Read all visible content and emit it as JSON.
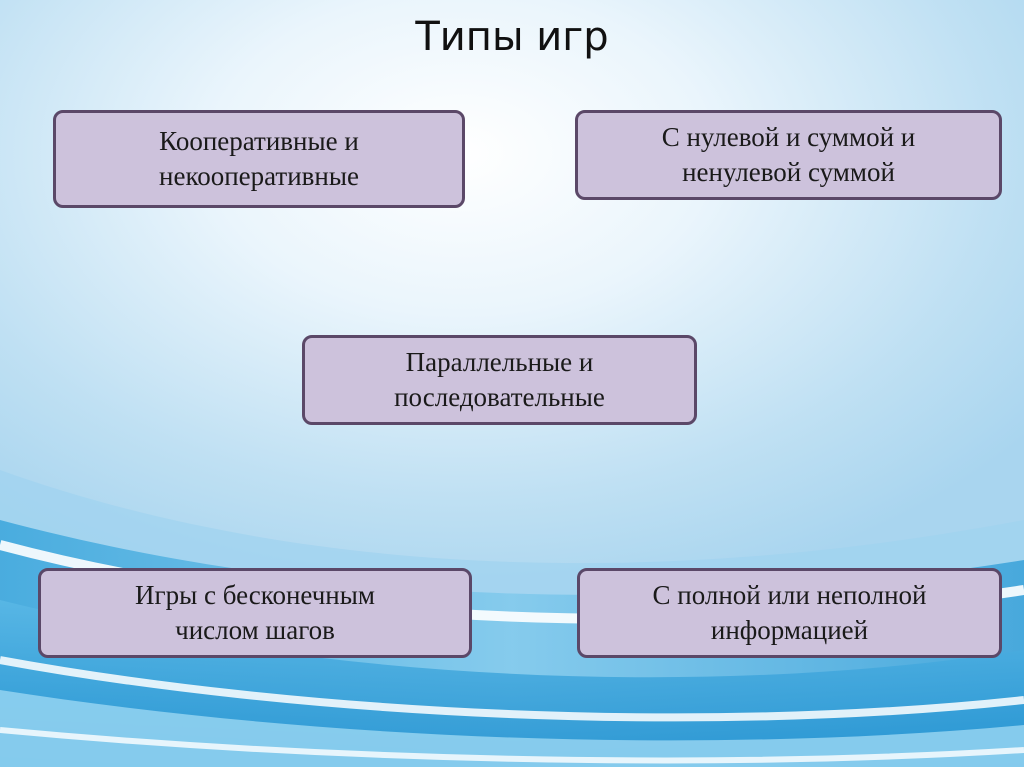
{
  "slide": {
    "title": "Типы игр",
    "boxes": [
      {
        "line1": "Кооперативные и",
        "line2": "некооперативные"
      },
      {
        "line1": "С нулевой и суммой и",
        "line2": "ненулевой суммой"
      },
      {
        "line1": "Параллельные и",
        "line2": "последовательные"
      },
      {
        "line1": "Игры с бесконечным",
        "line2": "числом шагов"
      },
      {
        "line1": "С полной или неполной",
        "line2": "информацией"
      }
    ]
  },
  "colors": {
    "box_fill": "#cdc2dc",
    "box_border": "#5b4868",
    "background_light": "#ffffff",
    "background_blue": "#a9d5ef",
    "wave_blue": "#1e9ad6"
  }
}
